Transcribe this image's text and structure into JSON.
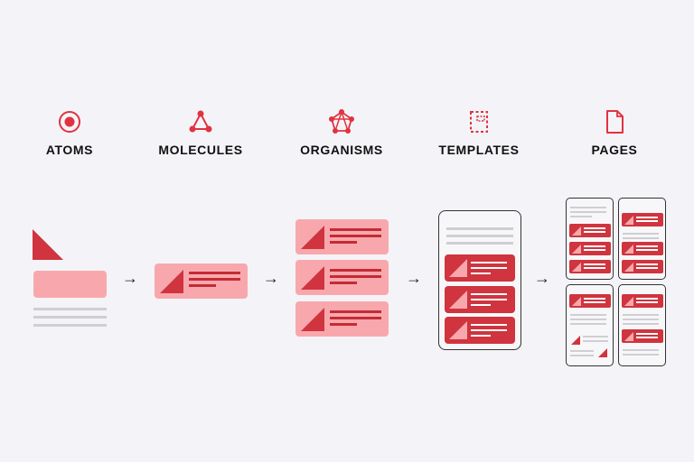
{
  "stages": [
    {
      "label": "ATOMS",
      "icon": "atom-icon"
    },
    {
      "label": "MOLECULES",
      "icon": "molecule-icon"
    },
    {
      "label": "ORGANISMS",
      "icon": "organism-icon"
    },
    {
      "label": "TEMPLATES",
      "icon": "template-icon"
    },
    {
      "label": "PAGES",
      "icon": "page-icon"
    }
  ],
  "arrow_glyph": "→",
  "colors": {
    "accent": "#e2323f",
    "pink": "#f8a8ad",
    "red": "#d0343e",
    "gray": "#cfcfd3",
    "text": "#111111"
  }
}
